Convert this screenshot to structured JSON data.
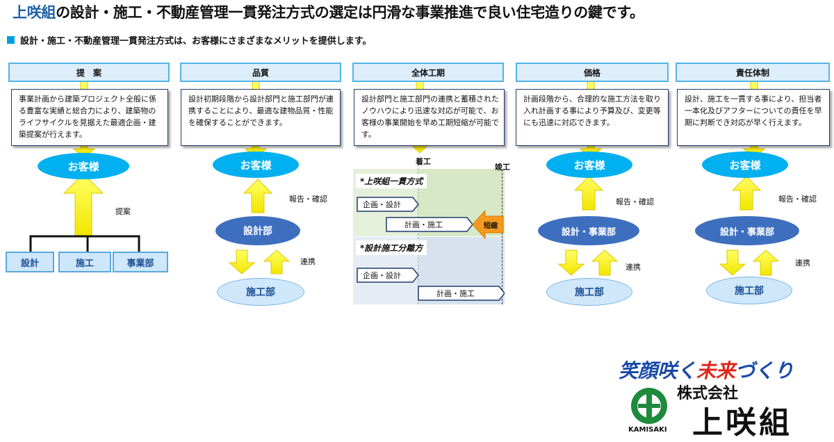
{
  "header": {
    "title_brand": "上咲組",
    "title_rest": "の設計・施工・不動産管理一貫発注方式の選定は円滑な事業推進で良い住宅造りの鍵です。",
    "subtitle": "設計・施工・不動産管理一貫発注方式は、お客様にさまざまなメリットを提供します。"
  },
  "columns": [
    {
      "header": "提　案",
      "desc": "事業計画から建築プロジェクト全般に係る豊富な実績と総合力により、建築物のライフサイクルを見据えた最適企画・建築提案が行えます。",
      "customer": "お客様",
      "arrow_label": "提案",
      "depts": [
        "設計",
        "施工",
        "事業部"
      ]
    },
    {
      "header": "品質",
      "desc": "設計初期段階から設計部門と施工部門が連携することにより、最適な建物品質・性能を確保することができます。",
      "customer": "お客様",
      "report_label": "報告・確認",
      "mid": "設計部",
      "link_label": "連携",
      "bottom": "施工部"
    },
    {
      "header": "全体工期",
      "desc": "設計部門と施工部門の連携と蓄積されたノウハウにより迅速な対応が可能で、お客様の事業開始を早め工期短縮が可能です。",
      "start_label": "着工",
      "end_label": "竣工",
      "method1": "*上咲組一貫方式",
      "method2": "*設計施工分離方",
      "stage_plan": "企画・設計",
      "stage_build": "計画・施工",
      "shorten": "短縮"
    },
    {
      "header": "価格",
      "desc": "計画段階から、合理的な施工方法を取り入れ計画する事により予算及び、変更等にも迅速に対応できます。",
      "customer": "お客様",
      "report_label": "報告・確認",
      "mid": "設計・事業部",
      "link_label": "連携",
      "bottom": "施工部"
    },
    {
      "header": "責任体制",
      "desc": "設計、施工を一貫する事により、担当者一本化及びアフターについての責任を早期に判断でき対応が早く行えます。",
      "customer": "お客様",
      "report_label": "報告・確認",
      "mid": "設計・事業部",
      "link_label": "連携",
      "bottom": "施工部"
    }
  ],
  "logo": {
    "slogan_a": "笑顔咲く",
    "slogan_b": "未来",
    "slogan_c": "づくり",
    "company_type": "株式会社",
    "company_name": "上咲組",
    "romaji": "KAMISAKI"
  },
  "colors": {
    "header_fill": "#ddeefa",
    "header_border": "#4fb4e6",
    "customer_ellipse": "#00b0f0",
    "dept_ellipse": "#3e6fbf",
    "arrow_yellow": "#ffff00",
    "logo_green": "#1e8a3c",
    "shorten_orange": "#f39a1e"
  }
}
